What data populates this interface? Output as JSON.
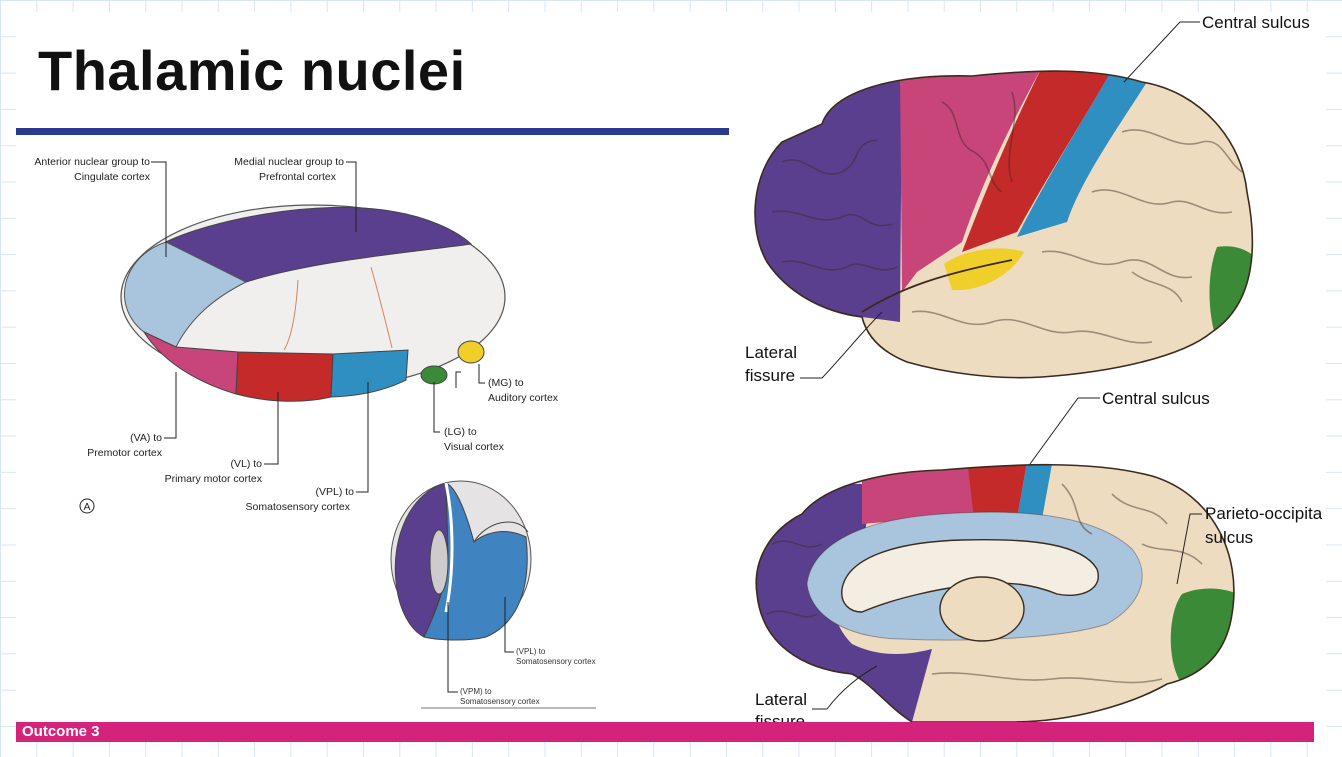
{
  "slide": {
    "title": "Thalamic nuclei",
    "footer": "Outcome 3"
  },
  "thalamus": {
    "panel_marker": "A",
    "labels": {
      "anterior_1": "Anterior nuclear group to",
      "anterior_2": "Cingulate cortex",
      "medial_1": "Medial nuclear group to",
      "medial_2": "Prefrontal cortex",
      "mg_1": "(MG) to",
      "mg_2": "Auditory cortex",
      "lg_1": "(LG) to",
      "lg_2": "Visual cortex",
      "va_1": "(VA) to",
      "va_2": "Premotor cortex",
      "vl_1": "(VL) to",
      "vl_2": "Primary motor cortex",
      "vpl_1": "(VPL) to",
      "vpl_2": "Somatosensory cortex"
    },
    "section_labels": {
      "vpl_1": "(VPL) to",
      "vpl_2": "Somatosensory cortex",
      "vpm_1": "(VPM) to",
      "vpm_2": "Somatosensory cortex"
    }
  },
  "brain_lateral": {
    "central_sulcus": "Central sulcus",
    "lateral_1": "Lateral",
    "lateral_2": "fissure"
  },
  "brain_medial": {
    "central_sulcus": "Central sulcus",
    "parieto_1": "Parieto-occipital",
    "parieto_2": "sulcus",
    "lateral_1": "Lateral",
    "lateral_2": "fissure"
  },
  "colors": {
    "purple": "#5b3f8f",
    "pink": "#c8457a",
    "red": "#c42a2a",
    "blue": "#2e8fc0",
    "beige": "#eedcc0",
    "green": "#3a8a38",
    "yellow": "#f0cf2a",
    "light_blue": "#a9c4dd",
    "title_rule": "#2a3a8c",
    "footer_bar": "#d4237a"
  }
}
